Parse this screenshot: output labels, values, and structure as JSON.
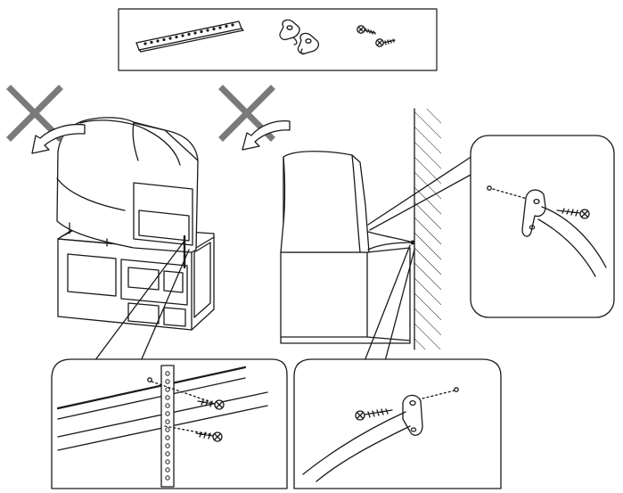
{
  "diagram": {
    "kind": "tv-anti-tip-installation-instructions",
    "line_color": "#1a1a1a",
    "background": "#ffffff",
    "panels": [
      {
        "id": "supplied-parts",
        "items": [
          "fixing-strap",
          "cord-clamp",
          "cord-clamp",
          "screw",
          "screw"
        ]
      },
      {
        "id": "tv-on-rack",
        "mark": "prohibited-cross",
        "arrow": "tip-over-arrow"
      },
      {
        "id": "tv-against-wall",
        "mark": "prohibited-cross",
        "arrow": "tip-over-arrow"
      },
      {
        "id": "detail-wall-clamp"
      },
      {
        "id": "detail-strap-to-rack"
      },
      {
        "id": "detail-cord-to-wall"
      }
    ]
  }
}
